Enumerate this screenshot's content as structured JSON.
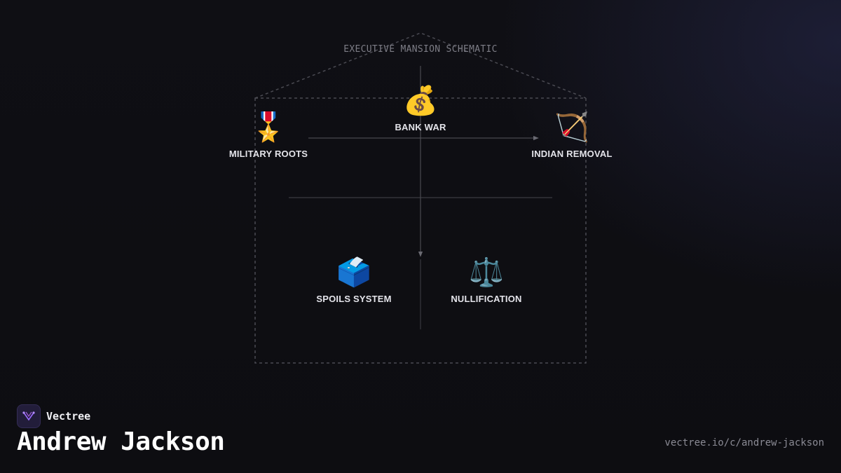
{
  "schematic": {
    "title": "EXECUTIVE MANSION SCHEMATIC",
    "nodes": [
      {
        "id": "military",
        "icon": "military-medal-icon",
        "emoji": "🎖️",
        "label": "MILITARY ROOTS"
      },
      {
        "id": "bank",
        "icon": "money-bag-icon",
        "emoji": "💰",
        "label": "BANK WAR"
      },
      {
        "id": "indian",
        "icon": "bow-and-arrow-icon",
        "emoji": "🏹",
        "label": "INDIAN REMOVAL"
      },
      {
        "id": "spoils",
        "icon": "ballot-box-icon",
        "emoji": "🗳️",
        "label": "SPOILS SYSTEM"
      },
      {
        "id": "nullification",
        "icon": "balance-scale-icon",
        "emoji": "⚖️",
        "label": "NULLIFICATION"
      }
    ],
    "colors": {
      "outline": "#4a4a52",
      "connector": "#55555c",
      "background": "#0e0e12"
    }
  },
  "brand": {
    "name": "Vectree",
    "logo_icon": "vectree-logo-icon",
    "accent": "#9b6cff"
  },
  "footer": {
    "person": "Andrew Jackson",
    "url": "vectree.io/c/andrew-jackson"
  }
}
